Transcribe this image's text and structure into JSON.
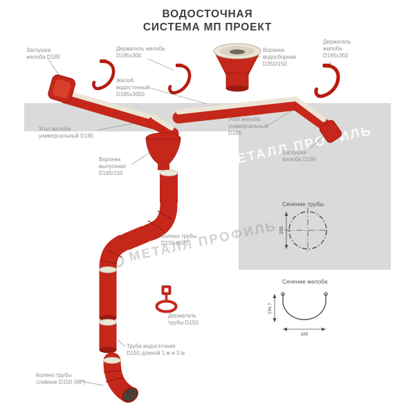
{
  "title": {
    "line1": "ВОДОСТОЧНАЯ",
    "line2": "СИСТЕМА МП ПРОЕКТ"
  },
  "watermark": {
    "text": "МЕТАЛЛ ПРОФИЛЬ"
  },
  "labels": {
    "end_cap_left": "Заглушка желоба D185",
    "gutter_holder_300": "Держатель желоба D185х300",
    "collecting_funnel": "Воронка водосборная D350/150",
    "gutter_holder_350": "Держатель желоба D185х350",
    "gutter": "Желоб водосточный D185х3000",
    "gutter_corner_left": "Угол желоба универсальный D185",
    "gutter_corner_right": "Угол желоба универсальный D185",
    "end_cap_right": "Заглушка желоба D185",
    "outlet_funnel": "Воронка выпускная D185/150",
    "pipe_elbow": "Колено трубы D150 (60°)",
    "pipe_holder": "Держатель трубы D150",
    "pipe": "Труба водосточная D150 длиной 1 м и 3 м",
    "drain_elbow": "Колено трубы сливное D150 (60°)"
  },
  "sections": {
    "pipe": {
      "title": "Сечение трубы",
      "diameter": "150"
    },
    "gutter": {
      "title": "Сечение желоба",
      "depth": "104,7",
      "width": "185"
    }
  },
  "colors": {
    "part_red": "#c5271b",
    "part_red_dark": "#981a10",
    "inner_cream": "#ece5d6",
    "background_gray": "#dadada"
  }
}
